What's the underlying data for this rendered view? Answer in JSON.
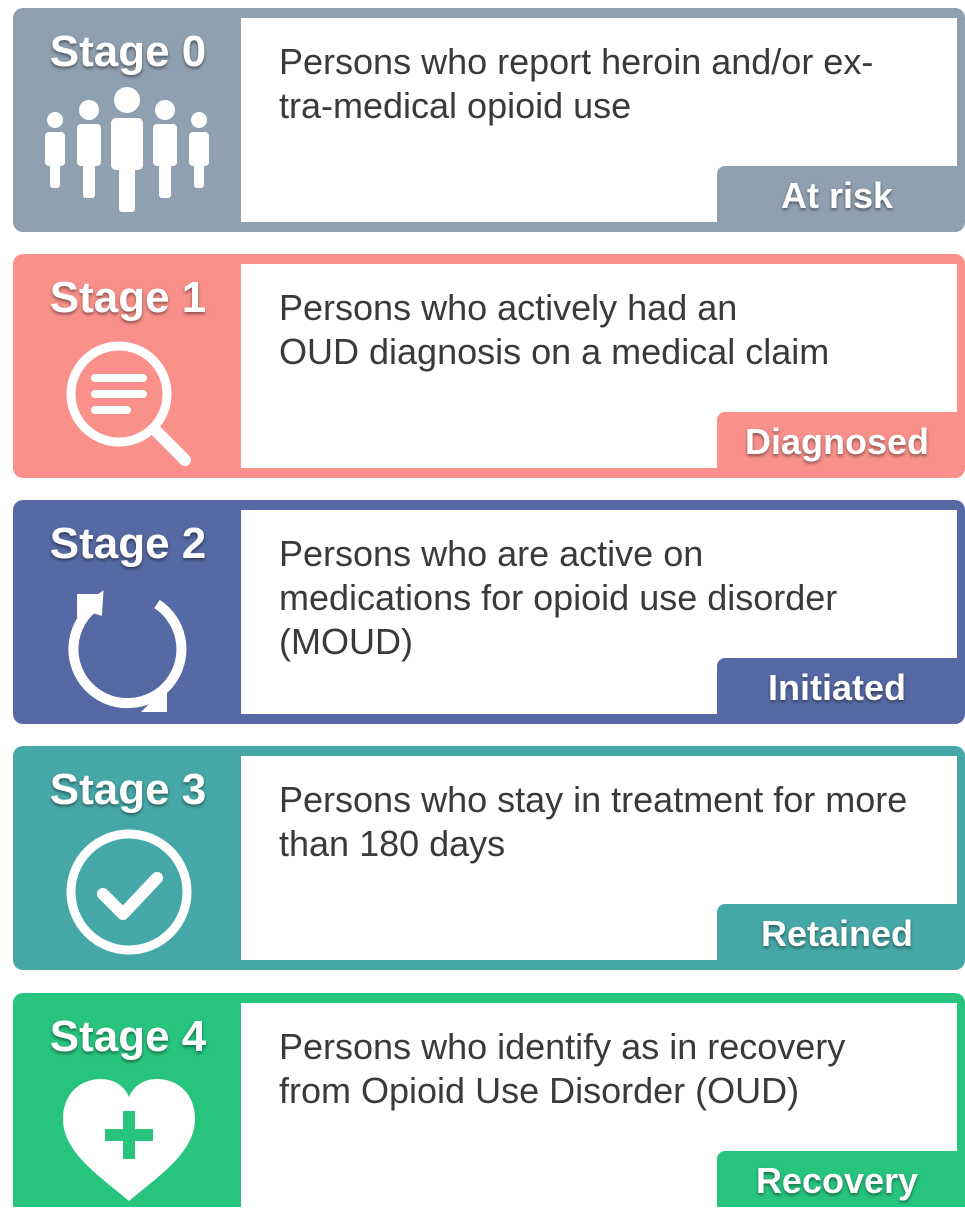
{
  "colors": {
    "stage0": "#8fa0b0",
    "stage1": "#f9908a",
    "stage2": "#5669a4",
    "stage3": "#46a8a6",
    "stage4": "#27c47d"
  },
  "stages": [
    {
      "label": "Stage 0",
      "icon": "people-group-icon",
      "description": "Persons who report heroin and/or ex-\ntra-medical opioid use",
      "badge": "At risk"
    },
    {
      "label": "Stage 1",
      "icon": "magnifier-icon",
      "description": "Persons who actively had an\nOUD diagnosis on a medical claim",
      "badge": "Diagnosed"
    },
    {
      "label": "Stage 2",
      "icon": "refresh-cycle-icon",
      "description": "Persons who are active on\nmedications for opioid use disorder\n(MOUD)",
      "badge": "Initiated"
    },
    {
      "label": "Stage 3",
      "icon": "check-circle-icon",
      "description": "Persons who stay in treatment for more\nthan 180 days",
      "badge": "Retained"
    },
    {
      "label": "Stage 4",
      "icon": "heart-plus-icon",
      "description": "Persons who identify as in recovery\nfrom Opioid Use Disorder (OUD)",
      "badge": "Recovery"
    }
  ]
}
